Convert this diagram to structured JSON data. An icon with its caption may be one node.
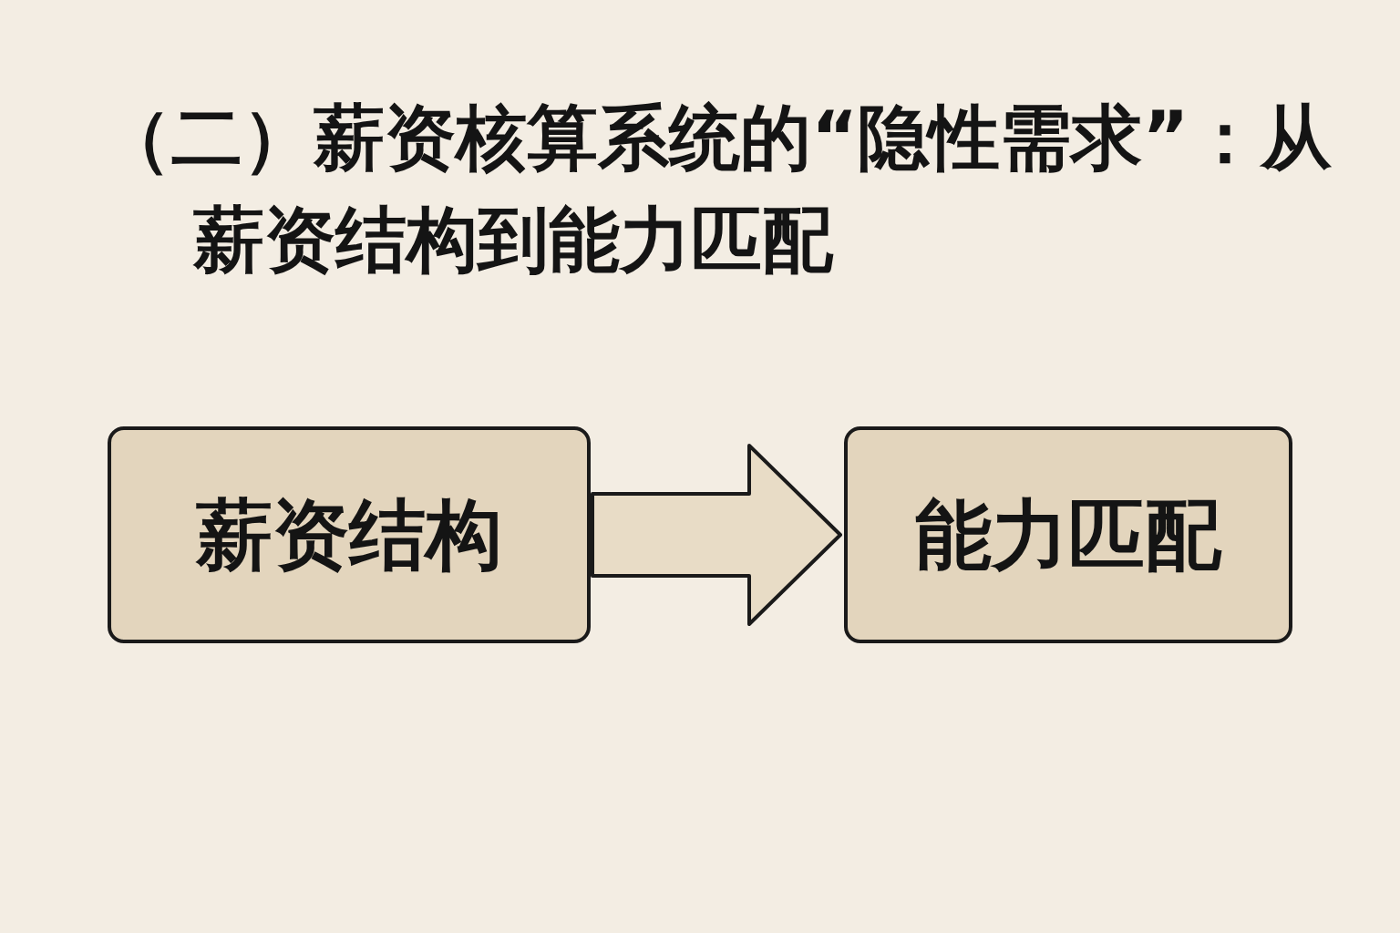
{
  "diagram": {
    "title": "（二）薪资核算系统的“隐性需求”：从薪资结构到能力匹配",
    "nodes": [
      {
        "text": [
          "薪资结构"
        ]
      },
      {
        "text": [
          "能力匹配"
        ]
      }
    ],
    "edges": [
      {
        "from": 0,
        "to": 1,
        "arrow": "to"
      }
    ]
  }
}
